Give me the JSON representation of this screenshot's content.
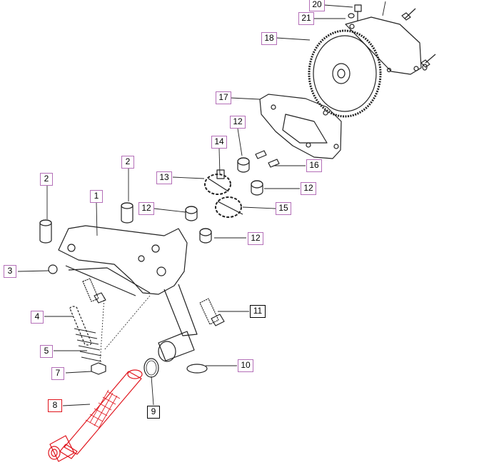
{
  "diagram": {
    "colors": {
      "callout_default": "#b46fb8",
      "callout_black": "#000000",
      "callout_highlight": "#e0141c",
      "drawing": "#222222"
    },
    "callouts": [
      {
        "label": "20",
        "style": "default"
      },
      {
        "label": "21",
        "style": "default"
      },
      {
        "label": "18",
        "style": "default"
      },
      {
        "label": "17",
        "style": "default"
      },
      {
        "label": "12",
        "style": "default"
      },
      {
        "label": "14",
        "style": "default"
      },
      {
        "label": "16",
        "style": "default"
      },
      {
        "label": "2",
        "style": "default"
      },
      {
        "label": "13",
        "style": "default"
      },
      {
        "label": "12",
        "style": "default"
      },
      {
        "label": "2",
        "style": "default"
      },
      {
        "label": "1",
        "style": "default"
      },
      {
        "label": "12",
        "style": "default"
      },
      {
        "label": "15",
        "style": "default"
      },
      {
        "label": "12",
        "style": "default"
      },
      {
        "label": "3",
        "style": "default"
      },
      {
        "label": "11",
        "style": "black"
      },
      {
        "label": "4",
        "style": "default"
      },
      {
        "label": "5",
        "style": "default"
      },
      {
        "label": "10",
        "style": "default"
      },
      {
        "label": "7",
        "style": "default"
      },
      {
        "label": "8",
        "style": "red"
      },
      {
        "label": "9",
        "style": "black"
      }
    ]
  }
}
